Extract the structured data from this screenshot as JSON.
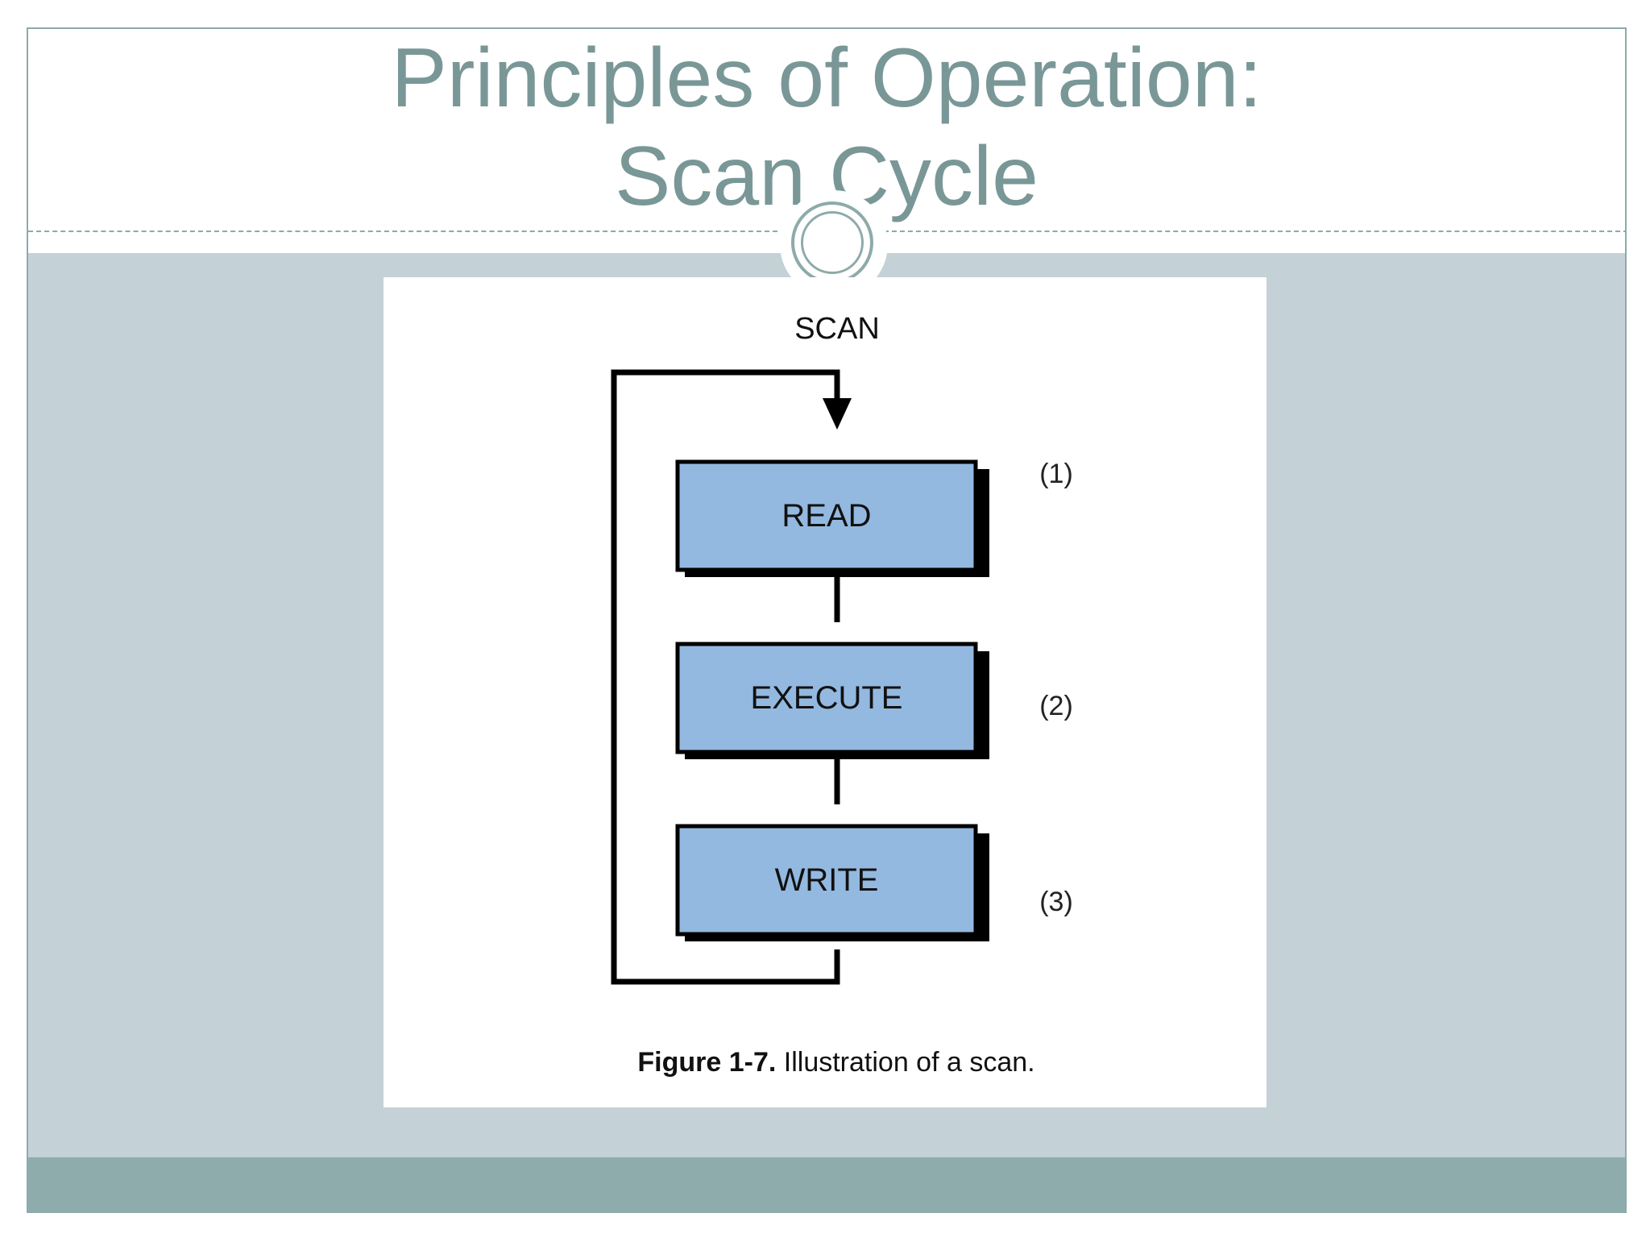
{
  "slide": {
    "title_line1": "Principles of Operation:",
    "title_line2": "Scan Cycle"
  },
  "diagram": {
    "loop_label": "SCAN",
    "steps": [
      {
        "label": "READ",
        "number": "(1)"
      },
      {
        "label": "EXECUTE",
        "number": "(2)"
      },
      {
        "label": "WRITE",
        "number": "(3)"
      }
    ],
    "box_fill": "#93b9e0"
  },
  "caption": {
    "figure_id": "Figure 1-7.",
    "text": " Illustration of a scan."
  },
  "colors": {
    "title": "#7a9797",
    "body_band": "#c4d1d6",
    "footer_band": "#8eacac"
  }
}
